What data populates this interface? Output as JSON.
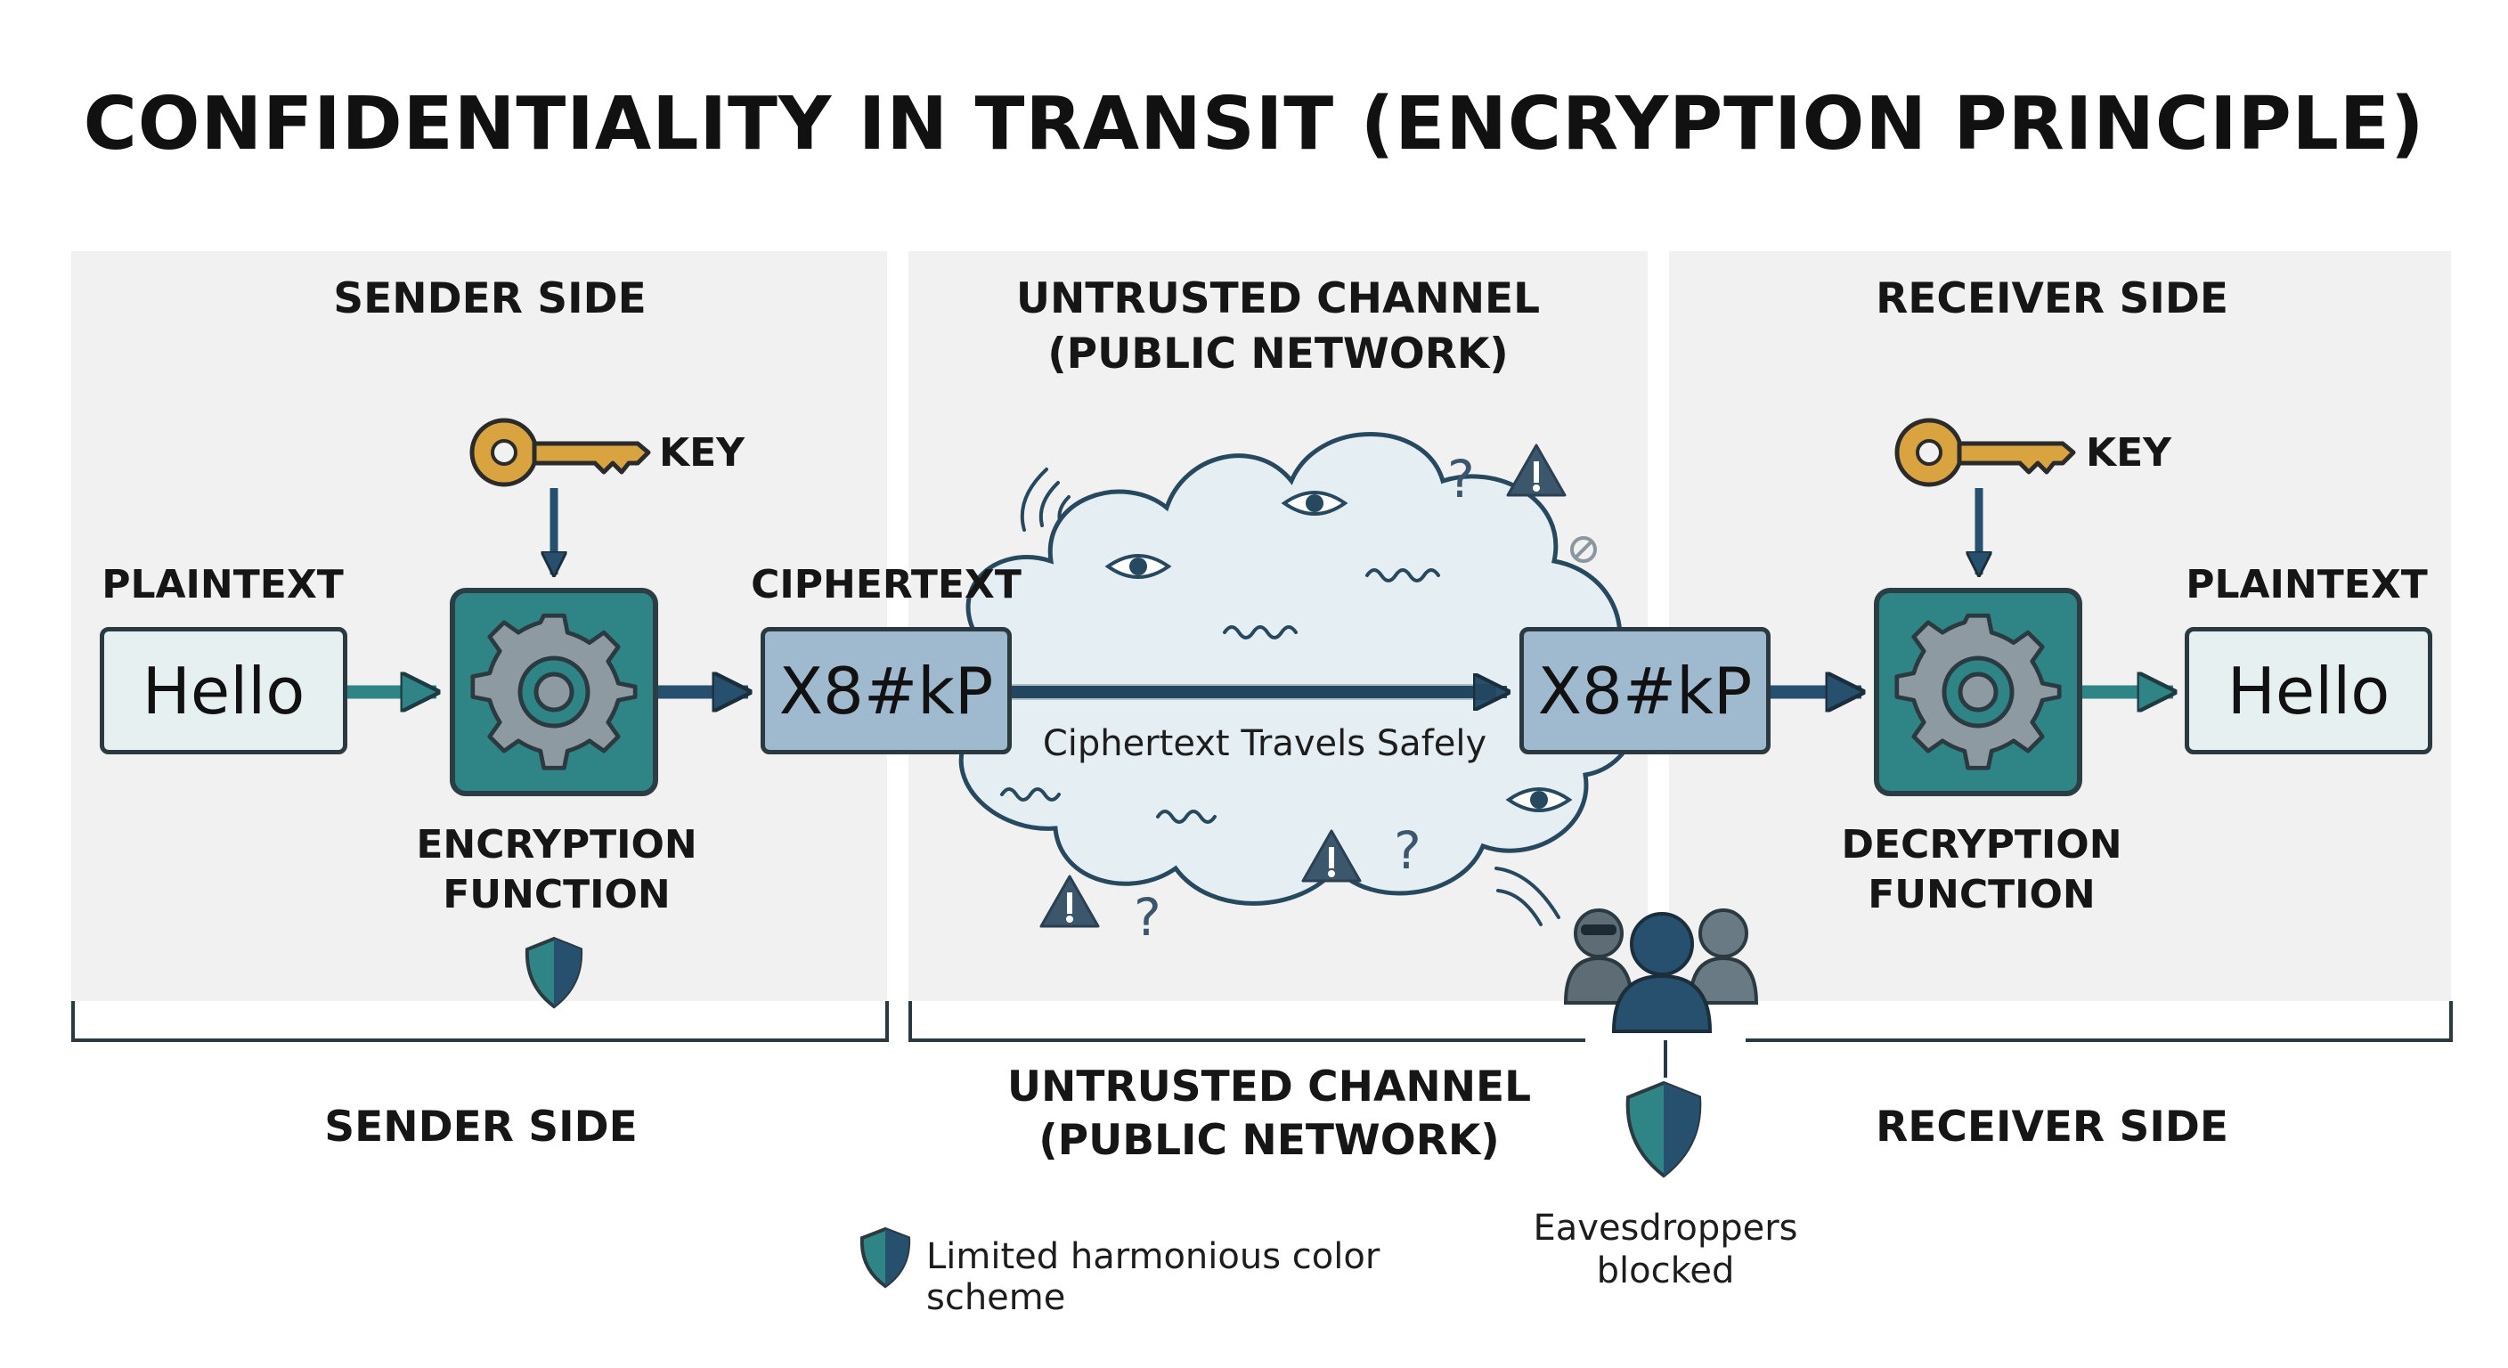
{
  "title": "CONFIDENTIALITY IN TRANSIT (ENCRYPTION PRINCIPLE)",
  "sender": {
    "header": "SENDER SIDE",
    "key_label": "KEY",
    "input_label": "PLAINTEXT",
    "input_value": "Hello",
    "function_label_1": "ENCRYPTION",
    "function_label_2": "FUNCTION",
    "output_label": "CIPHERTEXT",
    "output_value": "X8#kP",
    "bottom_label": "SENDER SIDE"
  },
  "channel": {
    "header_1": "UNTRUSTED CHANNEL",
    "header_2": "(PUBLIC NETWORK)",
    "caption": "Ciphertext Travels Safely",
    "bottom_label_1": "UNTRUSTED CHANNEL",
    "bottom_label_2": "(PUBLIC NETWORK)"
  },
  "receiver": {
    "header": "RECEIVER SIDE",
    "key_label": "KEY",
    "input_value": "X8#kP",
    "function_label_1": "DECRYPTION",
    "function_label_2": "FUNCTION",
    "output_label": "PLAINTEXT",
    "output_value": "Hello",
    "bottom_label": "RECEIVER SIDE"
  },
  "legend": {
    "note": "Limited harmonious color scheme",
    "eavesdroppers_1": "Eavesdroppers",
    "eavesdroppers_2": "blocked"
  },
  "colors": {
    "teal": "#2f8585",
    "navy": "#27506f",
    "key_gold": "#d9a440",
    "panel": "#f1f1f1",
    "cipher_box": "#9fb9cf",
    "plain_box": "#e6f0f1"
  }
}
